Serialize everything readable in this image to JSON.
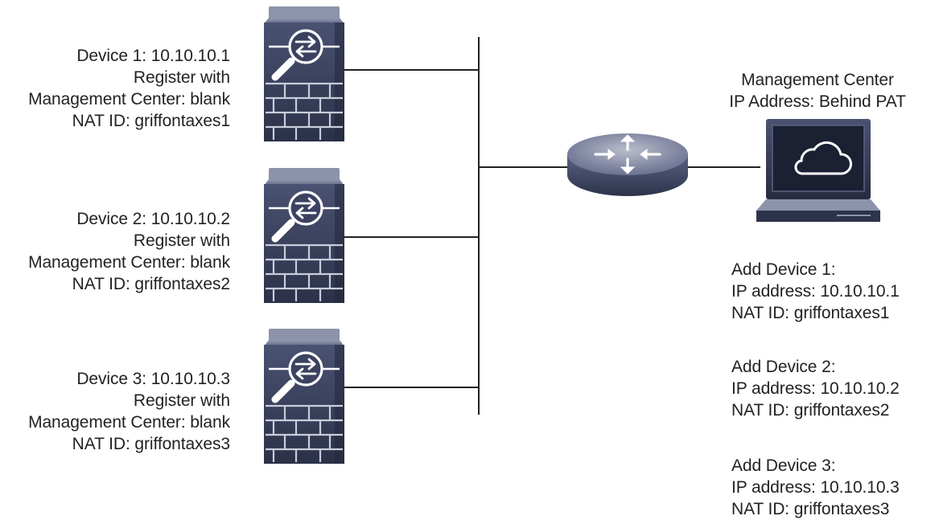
{
  "devices": [
    {
      "line1": "Device 1: 10.10.10.1",
      "line2": "Register with",
      "line3": "Management Center: blank",
      "line4": "NAT ID: griffontaxes1"
    },
    {
      "line1": "Device 2: 10.10.10.2",
      "line2": "Register with",
      "line3": "Management Center: blank",
      "line4": "NAT ID: griffontaxes2"
    },
    {
      "line1": "Device 3: 10.10.10.3",
      "line2": "Register with",
      "line3": "Management Center: blank",
      "line4": "NAT ID: griffontaxes3"
    }
  ],
  "management_center": {
    "line1": "Management Center",
    "line2": "IP Address: Behind PAT"
  },
  "add_devices": [
    {
      "line1": "Add Device 1:",
      "line2": "IP address: 10.10.10.1",
      "line3": "NAT ID: griffontaxes1"
    },
    {
      "line1": "Add Device 2:",
      "line2": "IP address: 10.10.10.2",
      "line3": "NAT ID: griffontaxes2"
    },
    {
      "line1": "Add Device 3:",
      "line2": "IP address: 10.10.10.3",
      "line3": "NAT ID: griffontaxes3"
    }
  ],
  "colors": {
    "device_body": "#3b4260",
    "device_dark": "#1f2438",
    "brick": "#5d6585",
    "brick_line": "#c7cbd9",
    "router": "#4b5270",
    "line": "#222222"
  },
  "icons": {
    "firewall": "firewall-icon",
    "router": "router-icon",
    "management": "cloud-monitor-icon"
  }
}
